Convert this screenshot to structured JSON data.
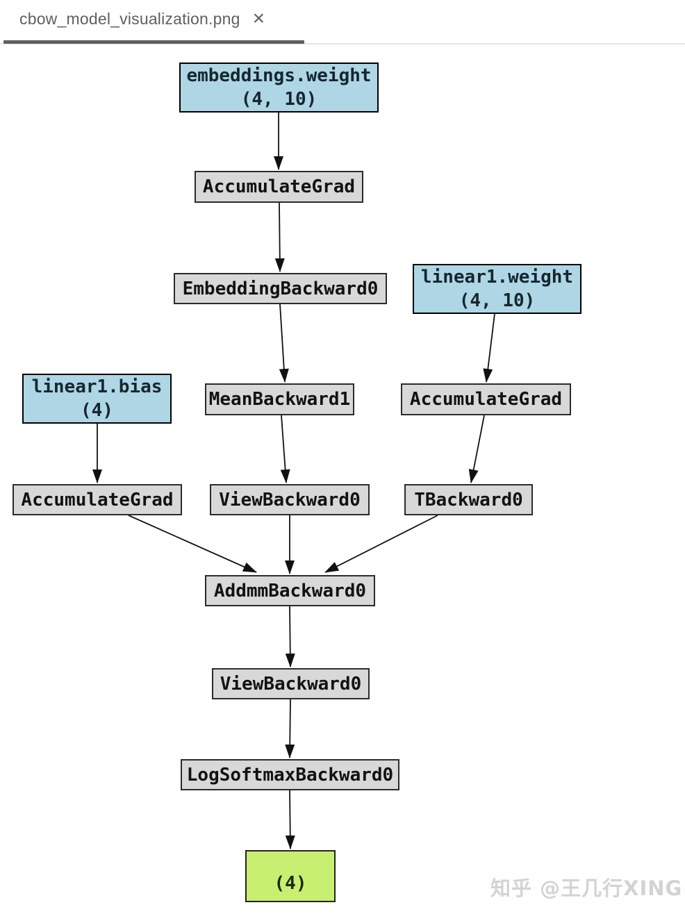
{
  "tab": {
    "title": "cbow_model_visualization.png",
    "close_glyph": "×"
  },
  "colors": {
    "param_fill": "#aed6e5",
    "op_fill": "#d8d8d8",
    "output_fill": "#c9ef70",
    "edge_color": "#111111",
    "tab_text": "#5b6064",
    "tab_underline": "#5e5e5e"
  },
  "graph": {
    "nodes": [
      {
        "id": "embeddings-weight",
        "type": "param",
        "name": "embeddings.weight",
        "shape": "(4, 10)"
      },
      {
        "id": "accumulate-grad-embeddings",
        "type": "op",
        "label": "AccumulateGrad"
      },
      {
        "id": "embedding-backward0",
        "type": "op",
        "label": "EmbeddingBackward0"
      },
      {
        "id": "linear1-weight",
        "type": "param",
        "name": "linear1.weight",
        "shape": "(4, 10)"
      },
      {
        "id": "linear1-bias",
        "type": "param",
        "name": "linear1.bias",
        "shape": "(4)"
      },
      {
        "id": "mean-backward1",
        "type": "op",
        "label": "MeanBackward1"
      },
      {
        "id": "accumulate-grad-linear1-weight",
        "type": "op",
        "label": "AccumulateGrad"
      },
      {
        "id": "accumulate-grad-linear1-bias",
        "type": "op",
        "label": "AccumulateGrad"
      },
      {
        "id": "view-backward0-1",
        "type": "op",
        "label": "ViewBackward0"
      },
      {
        "id": "t-backward0",
        "type": "op",
        "label": "TBackward0"
      },
      {
        "id": "addmm-backward0",
        "type": "op",
        "label": "AddmmBackward0"
      },
      {
        "id": "view-backward0-2",
        "type": "op",
        "label": "ViewBackward0"
      },
      {
        "id": "logsoftmax-backward0",
        "type": "op",
        "label": "LogSoftmaxBackward0"
      },
      {
        "id": "output-tensor",
        "type": "output",
        "label": "(4)"
      }
    ],
    "edges": [
      {
        "from": "embeddings-weight",
        "to": "accumulate-grad-embeddings"
      },
      {
        "from": "accumulate-grad-embeddings",
        "to": "embedding-backward0"
      },
      {
        "from": "embedding-backward0",
        "to": "mean-backward1"
      },
      {
        "from": "linear1-weight",
        "to": "accumulate-grad-linear1-weight"
      },
      {
        "from": "linear1-bias",
        "to": "accumulate-grad-linear1-bias"
      },
      {
        "from": "mean-backward1",
        "to": "view-backward0-1"
      },
      {
        "from": "accumulate-grad-linear1-weight",
        "to": "t-backward0"
      },
      {
        "from": "accumulate-grad-linear1-bias",
        "to": "addmm-backward0"
      },
      {
        "from": "view-backward0-1",
        "to": "addmm-backward0"
      },
      {
        "from": "t-backward0",
        "to": "addmm-backward0"
      },
      {
        "from": "addmm-backward0",
        "to": "view-backward0-2"
      },
      {
        "from": "view-backward0-2",
        "to": "logsoftmax-backward0"
      },
      {
        "from": "logsoftmax-backward0",
        "to": "output-tensor"
      }
    ]
  },
  "watermark": {
    "text": "知乎 @王几行XING"
  }
}
